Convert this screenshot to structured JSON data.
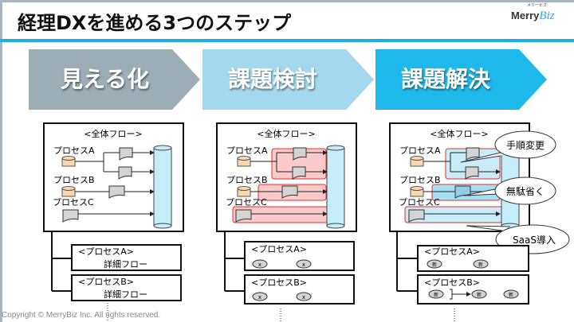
{
  "title": "経理DXを進める3つのステップ",
  "logo": {
    "text": "Merry",
    "accent": "Biz",
    "kana": "メリービズ"
  },
  "steps": [
    {
      "label": "見える化",
      "color": "#9dadb6"
    },
    {
      "label": "課題検討",
      "color": "#a3d8ee"
    },
    {
      "label": "課題解決",
      "color": "#1fb8ea"
    }
  ],
  "diagram": {
    "overall_flow_label": "<全体フロー>",
    "processes": [
      "プロセスA",
      "プロセスB",
      "プロセスC"
    ],
    "sub_flows": [
      {
        "label": "<プロセスA>",
        "detail": "詳細フロー"
      },
      {
        "label": "<プロセスB>",
        "detail": "詳細フロー"
      }
    ],
    "issue_marker": "x",
    "new_marker": "新",
    "callouts": [
      "手順変更",
      "無駄省く",
      "SaaS導入"
    ]
  },
  "colors": {
    "cylinder": "#c6eef8",
    "db": "#fbd9b0",
    "doc": "#d4d4d4",
    "highlight_red": "#fbcaca",
    "highlight_blue": "#c9ecf8",
    "red_border": "#e03030"
  },
  "copyright": "Copyright © MerryBiz Inc. All rights reserved."
}
